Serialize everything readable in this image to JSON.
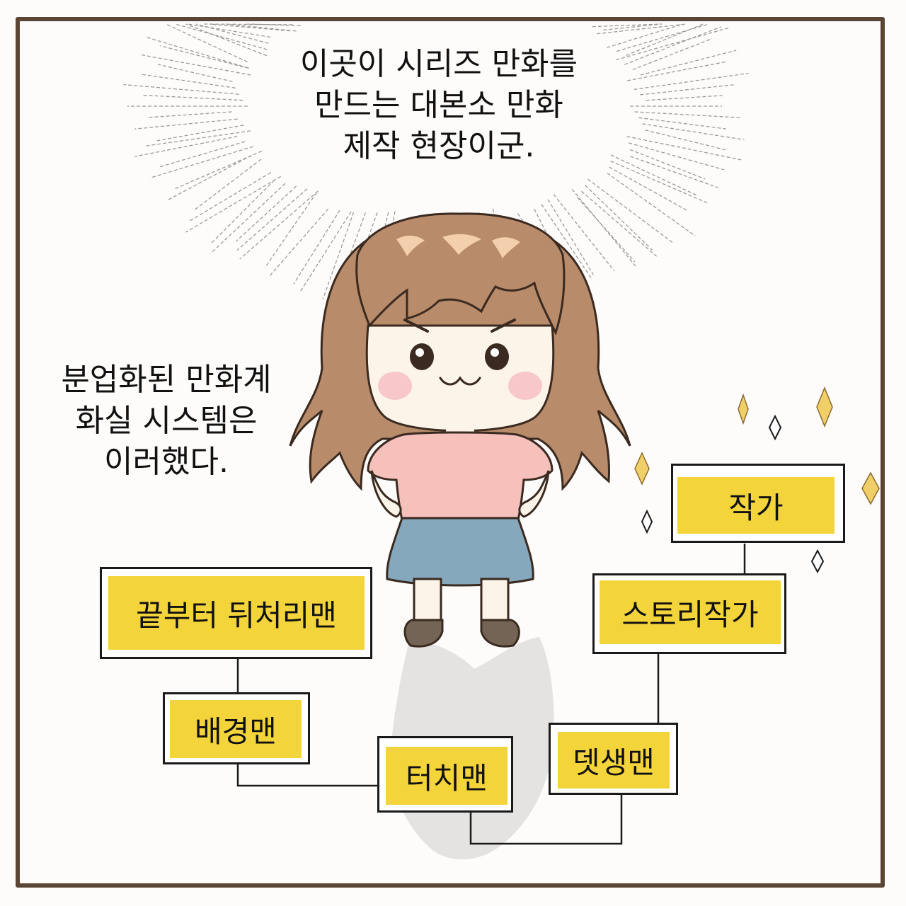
{
  "speech_bubble": {
    "lines": [
      "이곳이 시리즈 만화를",
      "만드는 대본소 만화",
      "제작 현장이군."
    ]
  },
  "narration": {
    "lines": [
      "분업화된 만화계",
      "화실 시스템은",
      "이러했다."
    ]
  },
  "roles": {
    "author": "작가",
    "story_writer": "스토리작가",
    "sketch_man": "뎃생맨",
    "touch_man": "터치맨",
    "background_man": "배경맨",
    "finishing_man": "끝부터 뒤처리맨"
  },
  "colors": {
    "frame": "#5b4636",
    "label_fill": "#f3d43b",
    "hair": "#b88b6a",
    "shirt": "#f6c0bb",
    "skirt": "#85a8bd",
    "shoes": "#746455",
    "sparkle_gold": "#f1cf68"
  }
}
